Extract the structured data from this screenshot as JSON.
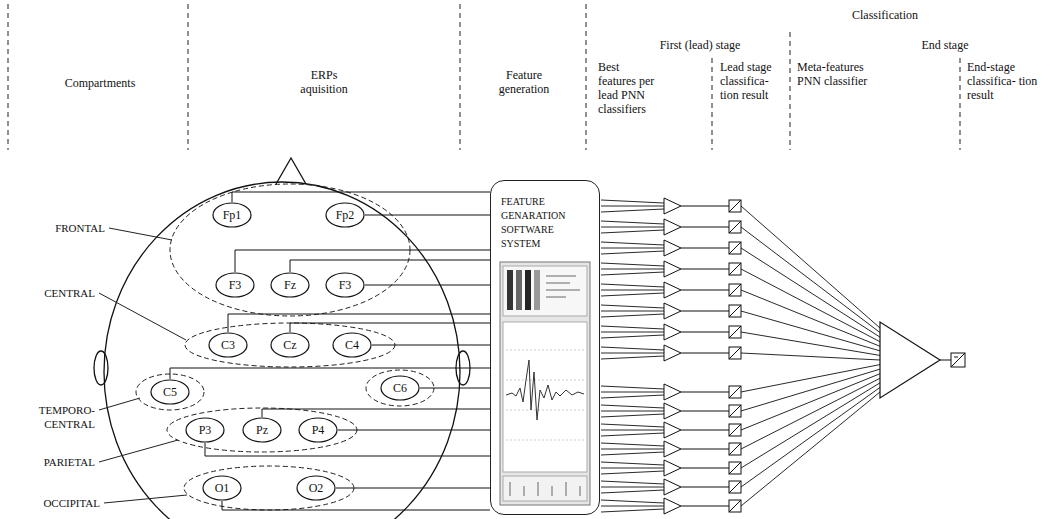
{
  "diagram": {
    "nodes": [
      {
        "text": [
          "Fp1"
        ]
      },
      {
        "text": [
          "Fp2"
        ]
      },
      {
        "text": [
          "F3"
        ]
      },
      {
        "text": [
          "Fz"
        ]
      },
      {
        "text": [
          "F3"
        ]
      },
      {
        "text": [
          "C3"
        ]
      },
      {
        "text": [
          "Cz"
        ]
      },
      {
        "text": [
          "C4"
        ]
      },
      {
        "text": [
          "C5"
        ]
      },
      {
        "text": [
          "C6"
        ]
      },
      {
        "text": [
          "P3"
        ]
      },
      {
        "text": [
          "Pz"
        ]
      },
      {
        "text": [
          "P4"
        ]
      },
      {
        "text": [
          "O1"
        ]
      },
      {
        "text": [
          "O2"
        ]
      },
      {
        "text": [
          "FEATURE GENARATION SOFTWARE SYSTEM"
        ]
      }
    ],
    "edges": [
      {
        "from": 0,
        "to": 15,
        "arrow": "none"
      },
      {
        "from": 1,
        "to": 15,
        "arrow": "none"
      },
      {
        "from": 2,
        "to": 15,
        "arrow": "none"
      },
      {
        "from": 3,
        "to": 15,
        "arrow": "none"
      },
      {
        "from": 4,
        "to": 15,
        "arrow": "none"
      },
      {
        "from": 5,
        "to": 15,
        "arrow": "none"
      },
      {
        "from": 6,
        "to": 15,
        "arrow": "none"
      },
      {
        "from": 7,
        "to": 15,
        "arrow": "none"
      },
      {
        "from": 8,
        "to": 15,
        "arrow": "none"
      },
      {
        "from": 9,
        "to": 15,
        "arrow": "none"
      },
      {
        "from": 10,
        "to": 15,
        "arrow": "none"
      },
      {
        "from": 11,
        "to": 15,
        "arrow": "none"
      },
      {
        "from": 12,
        "to": 15,
        "arrow": "none"
      },
      {
        "from": 13,
        "to": 15,
        "arrow": "none"
      },
      {
        "from": 14,
        "to": 15,
        "arrow": "none"
      }
    ],
    "labels": [
      "Classification",
      "First (lead) stage",
      "End stage",
      "Compartments",
      "ERPs aquisition",
      "Feature generation",
      "Best features per lead PNN classifiers",
      "Lead stage classifica- tion result",
      "Meta-features PNN classifier",
      "End-stage classifica- tion result",
      "FRONTAL",
      "CENTRAL",
      "TEMPORO- CENTRAL",
      "PARIETAL",
      "OCCIPITAL"
    ]
  }
}
